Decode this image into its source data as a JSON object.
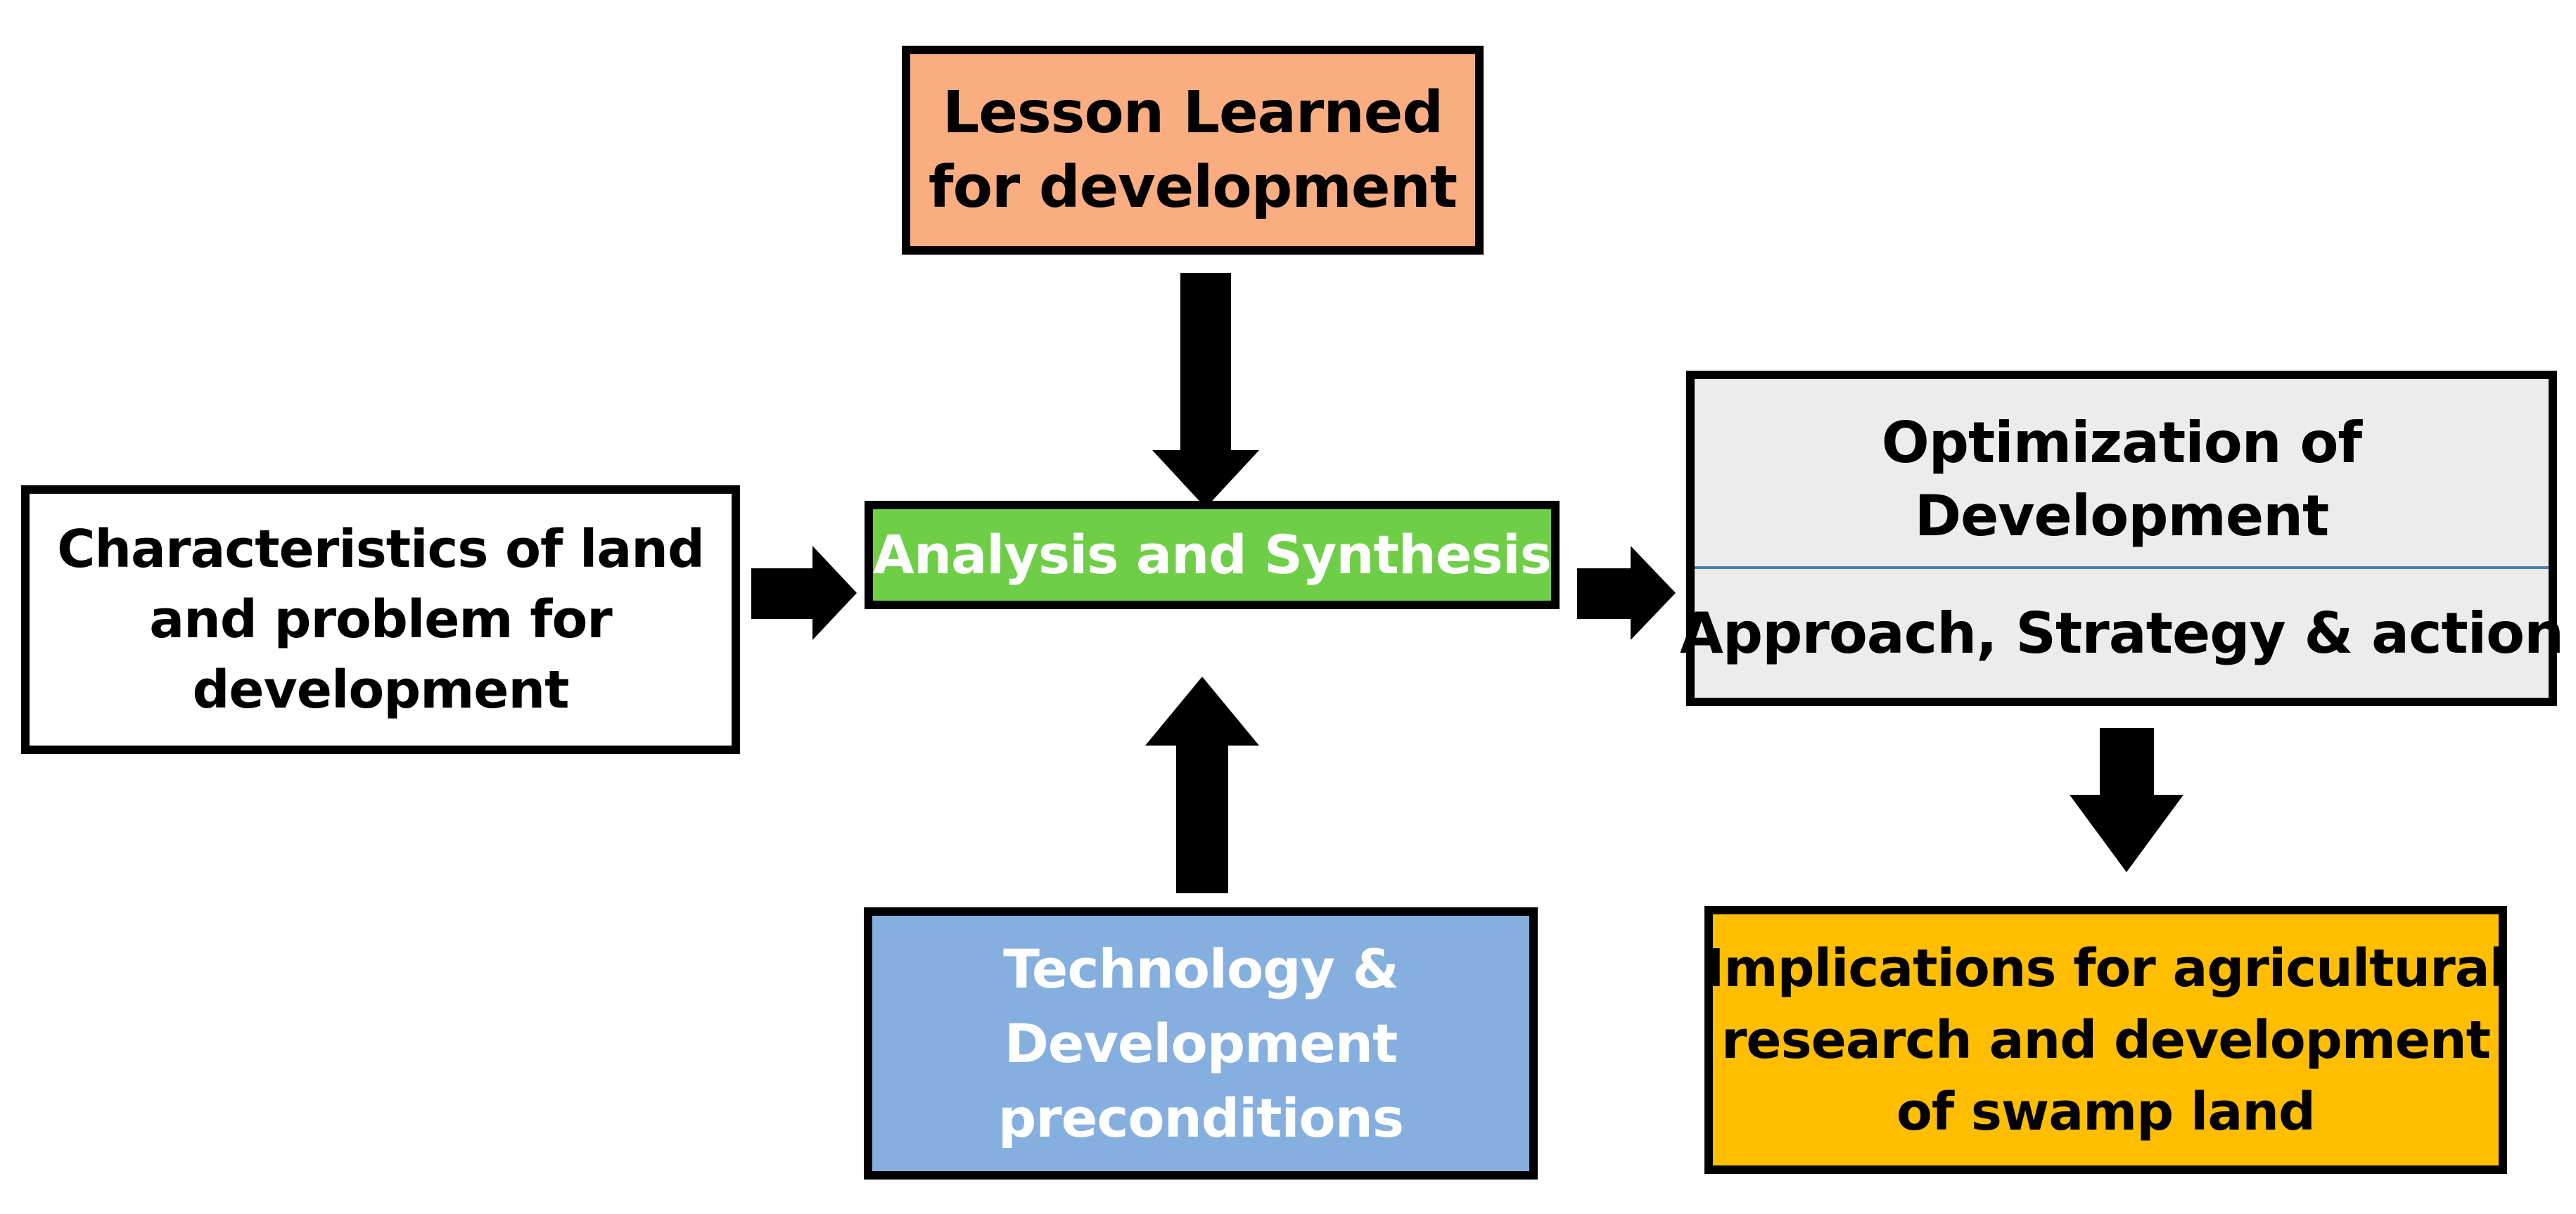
{
  "colors": {
    "lesson_fill": "#f9ad81",
    "analysis_fill": "#6fce48",
    "technology_fill": "#85afdf",
    "optimization_fill": "#ececec",
    "implications_fill": "#ffbf00",
    "characteristics_fill": "#ffffff",
    "divider": "#4a7fb5",
    "arrow": "#000000"
  },
  "boxes": {
    "lesson": {
      "lines": [
        "Lesson Learned",
        "for development"
      ]
    },
    "characteristics": {
      "lines": [
        "Characteristics of land",
        "and problem for",
        "development"
      ]
    },
    "analysis": {
      "lines": [
        "Analysis and Synthesis"
      ]
    },
    "technology": {
      "lines": [
        "Technology &",
        "Development",
        "preconditions"
      ]
    },
    "optimization": {
      "upper_lines": [
        "Optimization of",
        "Development"
      ],
      "lower_lines": [
        "Approach, Strategy & action"
      ]
    },
    "implications": {
      "lines": [
        "Implications for agricultural",
        "research and development",
        "of swamp land"
      ]
    }
  }
}
